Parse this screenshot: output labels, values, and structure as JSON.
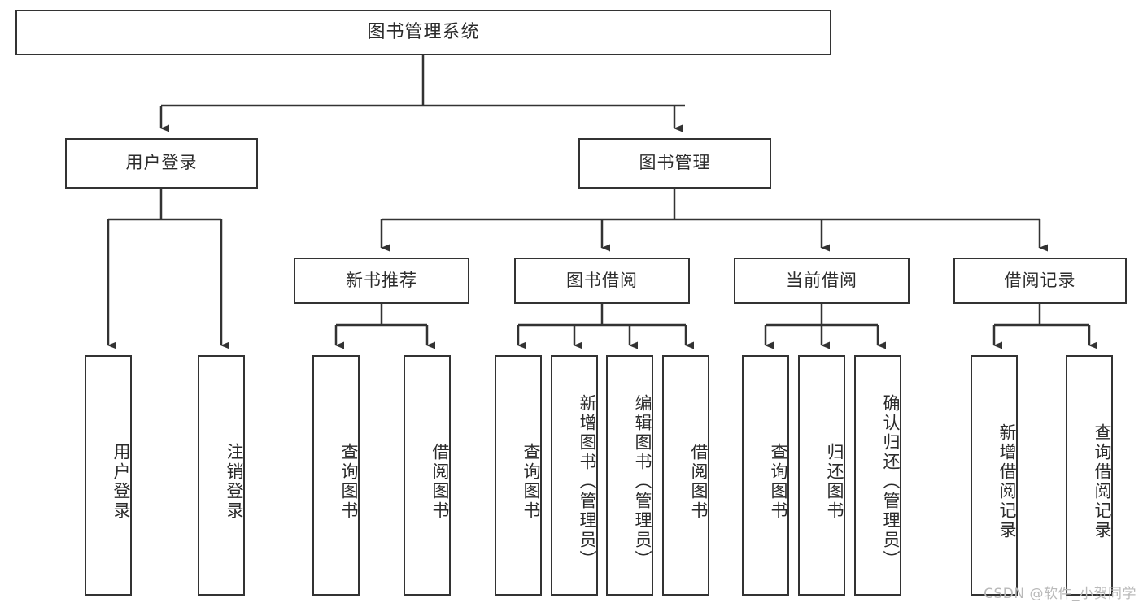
{
  "diagram": {
    "type": "tree-hierarchy-chart",
    "title": "图书管理系统",
    "root": {
      "label": "图书管理系统"
    },
    "level1": [
      {
        "label": "用户登录"
      },
      {
        "label": "图书管理"
      }
    ],
    "level2": [
      {
        "label": "新书推荐"
      },
      {
        "label": "图书借阅"
      },
      {
        "label": "当前借阅"
      },
      {
        "label": "借阅记录"
      }
    ],
    "leaves": {
      "user_login": [
        {
          "label": "用户登录"
        },
        {
          "label": "注销登录"
        }
      ],
      "new_book_recommend": [
        {
          "label": "查询图书"
        },
        {
          "label": "借阅图书"
        }
      ],
      "book_borrow": [
        {
          "label": "查询图书"
        },
        {
          "label": "新增图书（管理员）"
        },
        {
          "label": "编辑图书（管理员）"
        },
        {
          "label": "借阅图书"
        }
      ],
      "current_borrow": [
        {
          "label": "查询图书"
        },
        {
          "label": "归还图书"
        },
        {
          "label": "确认归还（管理员）"
        }
      ],
      "borrow_record": [
        {
          "label": "新增借阅记录"
        },
        {
          "label": "查询借阅记录"
        }
      ]
    },
    "colors": {
      "stroke": "#333333",
      "fill": "#ffffff",
      "text": "#2b2b2b",
      "watermark": "#b9b9b9"
    }
  },
  "watermark": {
    "text": "CSDN @软件_小贺同学"
  }
}
